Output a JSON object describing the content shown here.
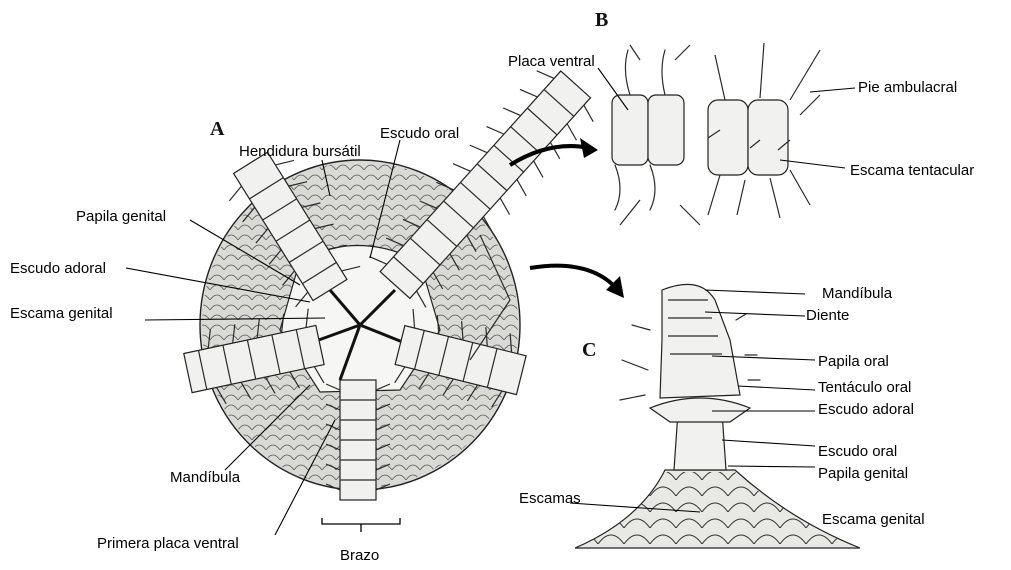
{
  "panels": {
    "a": "A",
    "b": "B",
    "c": "C"
  },
  "labels_a": {
    "escudo_oral": "Escudo oral",
    "hendidura": "Hendidura bursátil",
    "papila_genital": "Papila genital",
    "escudo_adoral": "Escudo adoral",
    "escama_genital": "Escama genital",
    "mandibula": "Mandíbula",
    "primera_placa": "Primera placa ventral",
    "brazo": "Brazo"
  },
  "labels_b": {
    "placa_ventral": "Placa ventral",
    "pie_ambulacral": "Pie ambulacral",
    "escama_tentacular": "Escama tentacular"
  },
  "labels_c": {
    "mandibula": "Mandíbula",
    "diente": "Diente",
    "papila_oral": "Papila oral",
    "tentaculo_oral": "Tentáculo oral",
    "escudo_adoral": "Escudo adoral",
    "escudo_oral": "Escudo oral",
    "papila_genital": "Papila genital",
    "escamas": "Escamas",
    "escama_genital": "Escama genital"
  }
}
